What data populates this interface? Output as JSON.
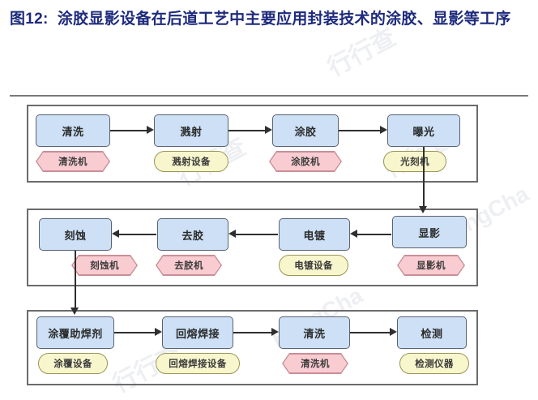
{
  "figure": {
    "title": "图12:  涂胶显影设备在后道工艺中主要应用封装技术的涂胶、显影等工序"
  },
  "watermarks": {
    "w1": "行行查",
    "w2": "行行查",
    "w3": "行行查",
    "w4": "行行查",
    "w5": "HangCha",
    "w6": "HangCha"
  },
  "colors": {
    "title": "#1d2a7c",
    "process_fill": "#cde0f5",
    "process_border": "#5a6270",
    "equipment_pill_fill": "#f8f6cd",
    "equipment_pill_border": "#9a9657",
    "equipment_hex_fill": "#f9ccd2",
    "equipment_hex_border": "#c98f96",
    "arrow": "#2f2f2f",
    "panel_border": "#6b6b6b"
  },
  "flow": {
    "rows": [
      {
        "id": "row-1",
        "direction": "left-to-right",
        "steps": [
          {
            "process": "清洗",
            "equipment": "清洗机",
            "equipment_shape": "hex"
          },
          {
            "process": "溅射",
            "equipment": "溅射设备",
            "equipment_shape": "pill"
          },
          {
            "process": "涂胶",
            "equipment": "涂胶机",
            "equipment_shape": "hex"
          },
          {
            "process": "曝光",
            "equipment": "光刻机",
            "equipment_shape": "pill"
          }
        ]
      },
      {
        "id": "row-2",
        "direction": "right-to-left",
        "steps": [
          {
            "process": "刻蚀",
            "equipment": "刻蚀机",
            "equipment_shape": "hex"
          },
          {
            "process": "去胶",
            "equipment": "去胶机",
            "equipment_shape": "hex"
          },
          {
            "process": "电镀",
            "equipment": "电镀设备",
            "equipment_shape": "pill"
          },
          {
            "process": "显影",
            "equipment": "显影机",
            "equipment_shape": "hex"
          }
        ]
      },
      {
        "id": "row-3",
        "direction": "left-to-right",
        "steps": [
          {
            "process": "涂覆助焊剂",
            "equipment": "涂覆设备",
            "equipment_shape": "pill"
          },
          {
            "process": "回熔焊接",
            "equipment": "回熔焊接设备",
            "equipment_shape": "pill"
          },
          {
            "process": "清洗",
            "equipment": "清洗机",
            "equipment_shape": "hex"
          },
          {
            "process": "检测",
            "equipment": "检测仪器",
            "equipment_shape": "pill"
          }
        ]
      }
    ]
  }
}
